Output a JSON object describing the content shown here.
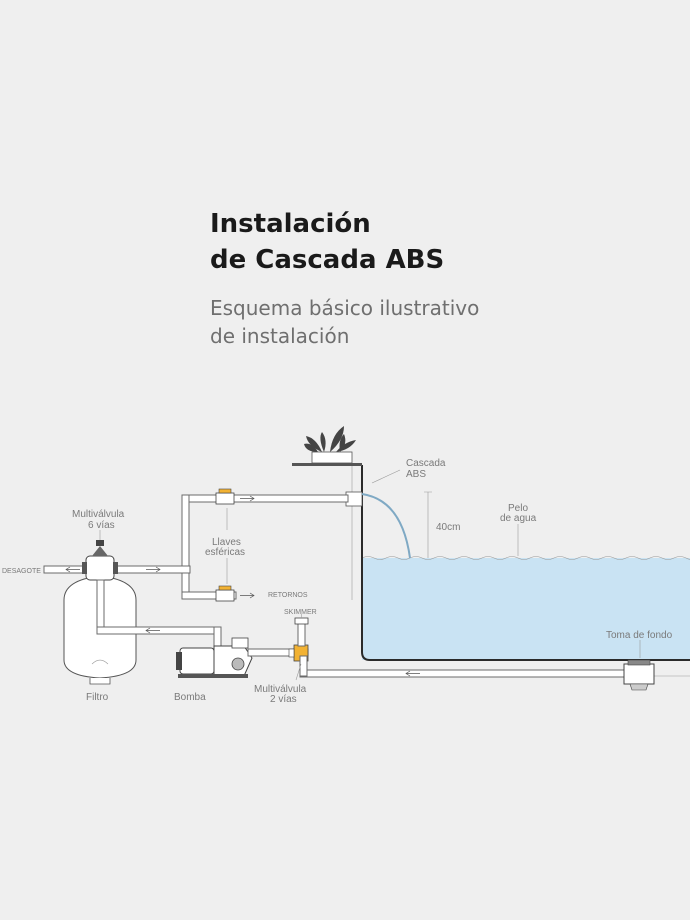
{
  "header": {
    "title_line1": "Instalación",
    "title_line2": "de Cascada ABS",
    "subtitle_line1": "Esquema básico ilustrativo",
    "subtitle_line2": "de instalación"
  },
  "labels": {
    "cascada_l1": "Cascada",
    "cascada_l2": "ABS",
    "dist": "40cm",
    "pelo_l1": "Pelo",
    "pelo_l2": "de agua",
    "multi6_l1": "Multiválvula",
    "multi6_l2": "6 vías",
    "desagote": "DESAGOTE",
    "llaves_l1": "Llaves",
    "llaves_l2": "esféricas",
    "retornos": "RETORNOS",
    "skimmer": "SKIMMER",
    "toma": "Toma de fondo",
    "filtro": "Filtro",
    "bomba": "Bomba",
    "multi2_l1": "Multiválvula",
    "multi2_l2": "2 vías"
  },
  "colors": {
    "water": "#c9e3f3",
    "valve_yellow": "#f2b233",
    "background": "#efefef"
  }
}
